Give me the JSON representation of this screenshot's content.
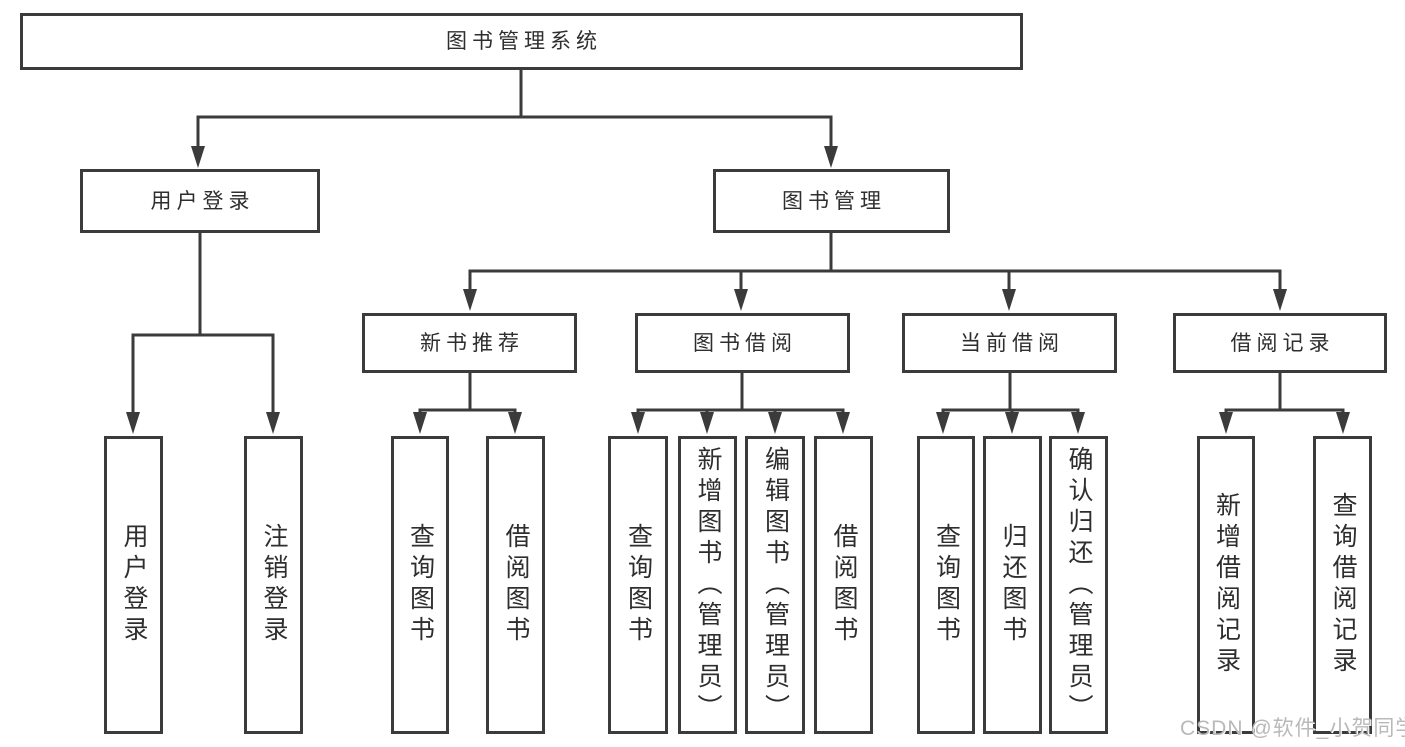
{
  "tree": {
    "root": {
      "label": "图书管理系统"
    },
    "level2": [
      {
        "label": "用户登录"
      },
      {
        "label": "图书管理"
      }
    ],
    "level3": [
      {
        "label": "新书推荐",
        "parent": "图书管理"
      },
      {
        "label": "图书借阅",
        "parent": "图书管理"
      },
      {
        "label": "当前借阅",
        "parent": "图书管理"
      },
      {
        "label": "借阅记录",
        "parent": "图书管理"
      }
    ],
    "leaves": [
      {
        "label": "用户登录",
        "parent": "用户登录"
      },
      {
        "label": "注销登录",
        "parent": "用户登录"
      },
      {
        "label": "查询图书",
        "parent": "新书推荐"
      },
      {
        "label": "借阅图书",
        "parent": "新书推荐"
      },
      {
        "label": "查询图书",
        "parent": "图书借阅"
      },
      {
        "label": "新增图书（管理员）",
        "parent": "图书借阅"
      },
      {
        "label": "编辑图书（管理员）",
        "parent": "图书借阅"
      },
      {
        "label": "借阅图书",
        "parent": "图书借阅"
      },
      {
        "label": "查询图书",
        "parent": "当前借阅"
      },
      {
        "label": "归还图书",
        "parent": "当前借阅"
      },
      {
        "label": "确认归还（管理员）",
        "parent": "当前借阅"
      },
      {
        "label": "新增借阅记录",
        "parent": "借阅记录"
      },
      {
        "label": "查询借阅记录",
        "parent": "借阅记录"
      }
    ]
  },
  "watermark": {
    "text": "CSDN @软件_小贺同学"
  },
  "colors": {
    "line": "#3b3b3b",
    "text": "#2e2e2e",
    "watermark": "#b9b9b9",
    "background": "#ffffff"
  }
}
